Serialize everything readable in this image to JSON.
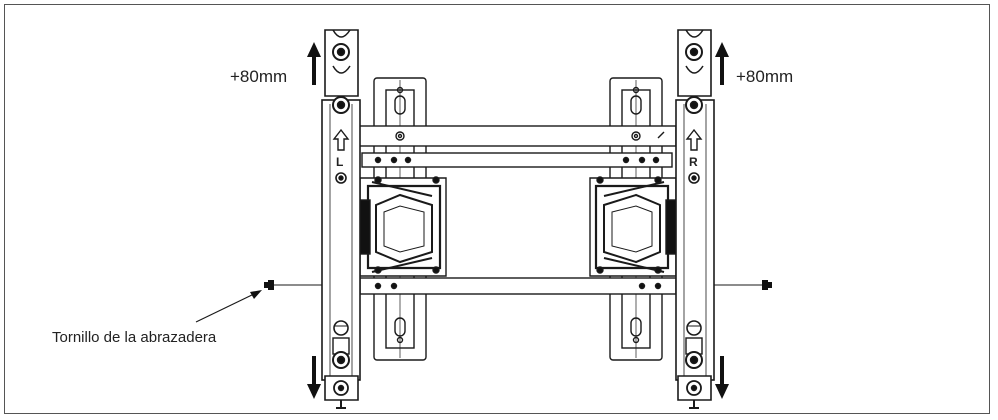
{
  "labels": {
    "offset_left": "+80mm",
    "offset_right": "+80mm",
    "side_left": "L",
    "side_right": "R",
    "callout": "Tornillo de la abrazadera"
  },
  "colors": {
    "line": "#1a1a1a",
    "dark": "#111111",
    "fill": "#ffffff",
    "text": "#222222"
  },
  "icons": [
    "arrow-up-icon",
    "arrow-down-icon",
    "screw-icon",
    "knob-icon"
  ]
}
